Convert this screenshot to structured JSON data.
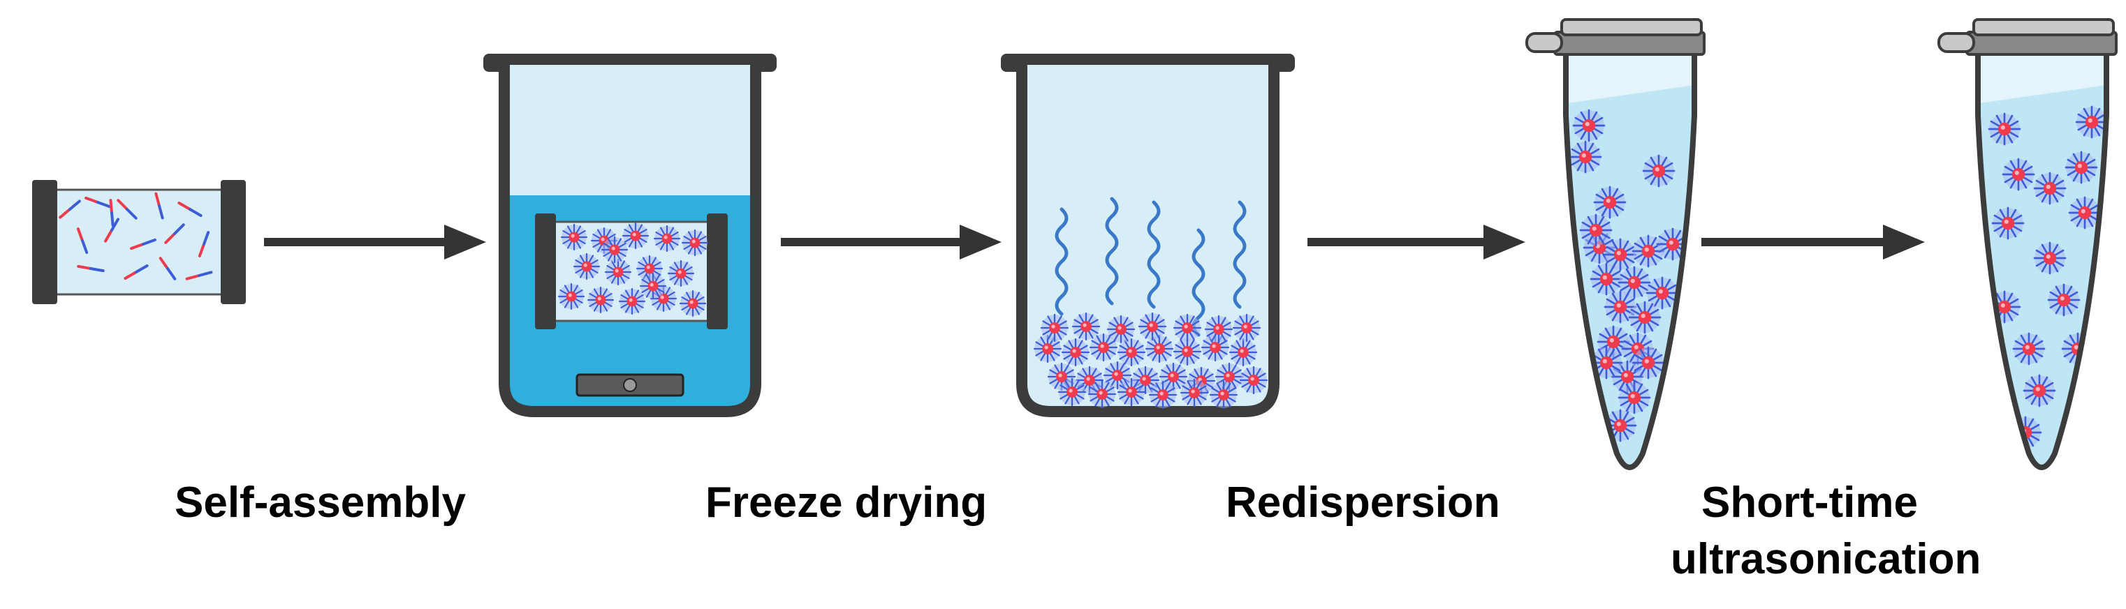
{
  "steps": [
    {
      "label": "Self-assembly"
    },
    {
      "label": "Freeze drying"
    },
    {
      "label": "Redispersion"
    },
    {
      "label": "Short-time",
      "label_line2": "ultrasonication"
    }
  ],
  "colors": {
    "outline": "#3c3c3c",
    "water_light": "#d8eef6",
    "water_deep": "#2fb0dc",
    "micelle_core": "#ee3b4e",
    "micelle_shell": "#3d5dd6",
    "arrow": "#333333"
  }
}
